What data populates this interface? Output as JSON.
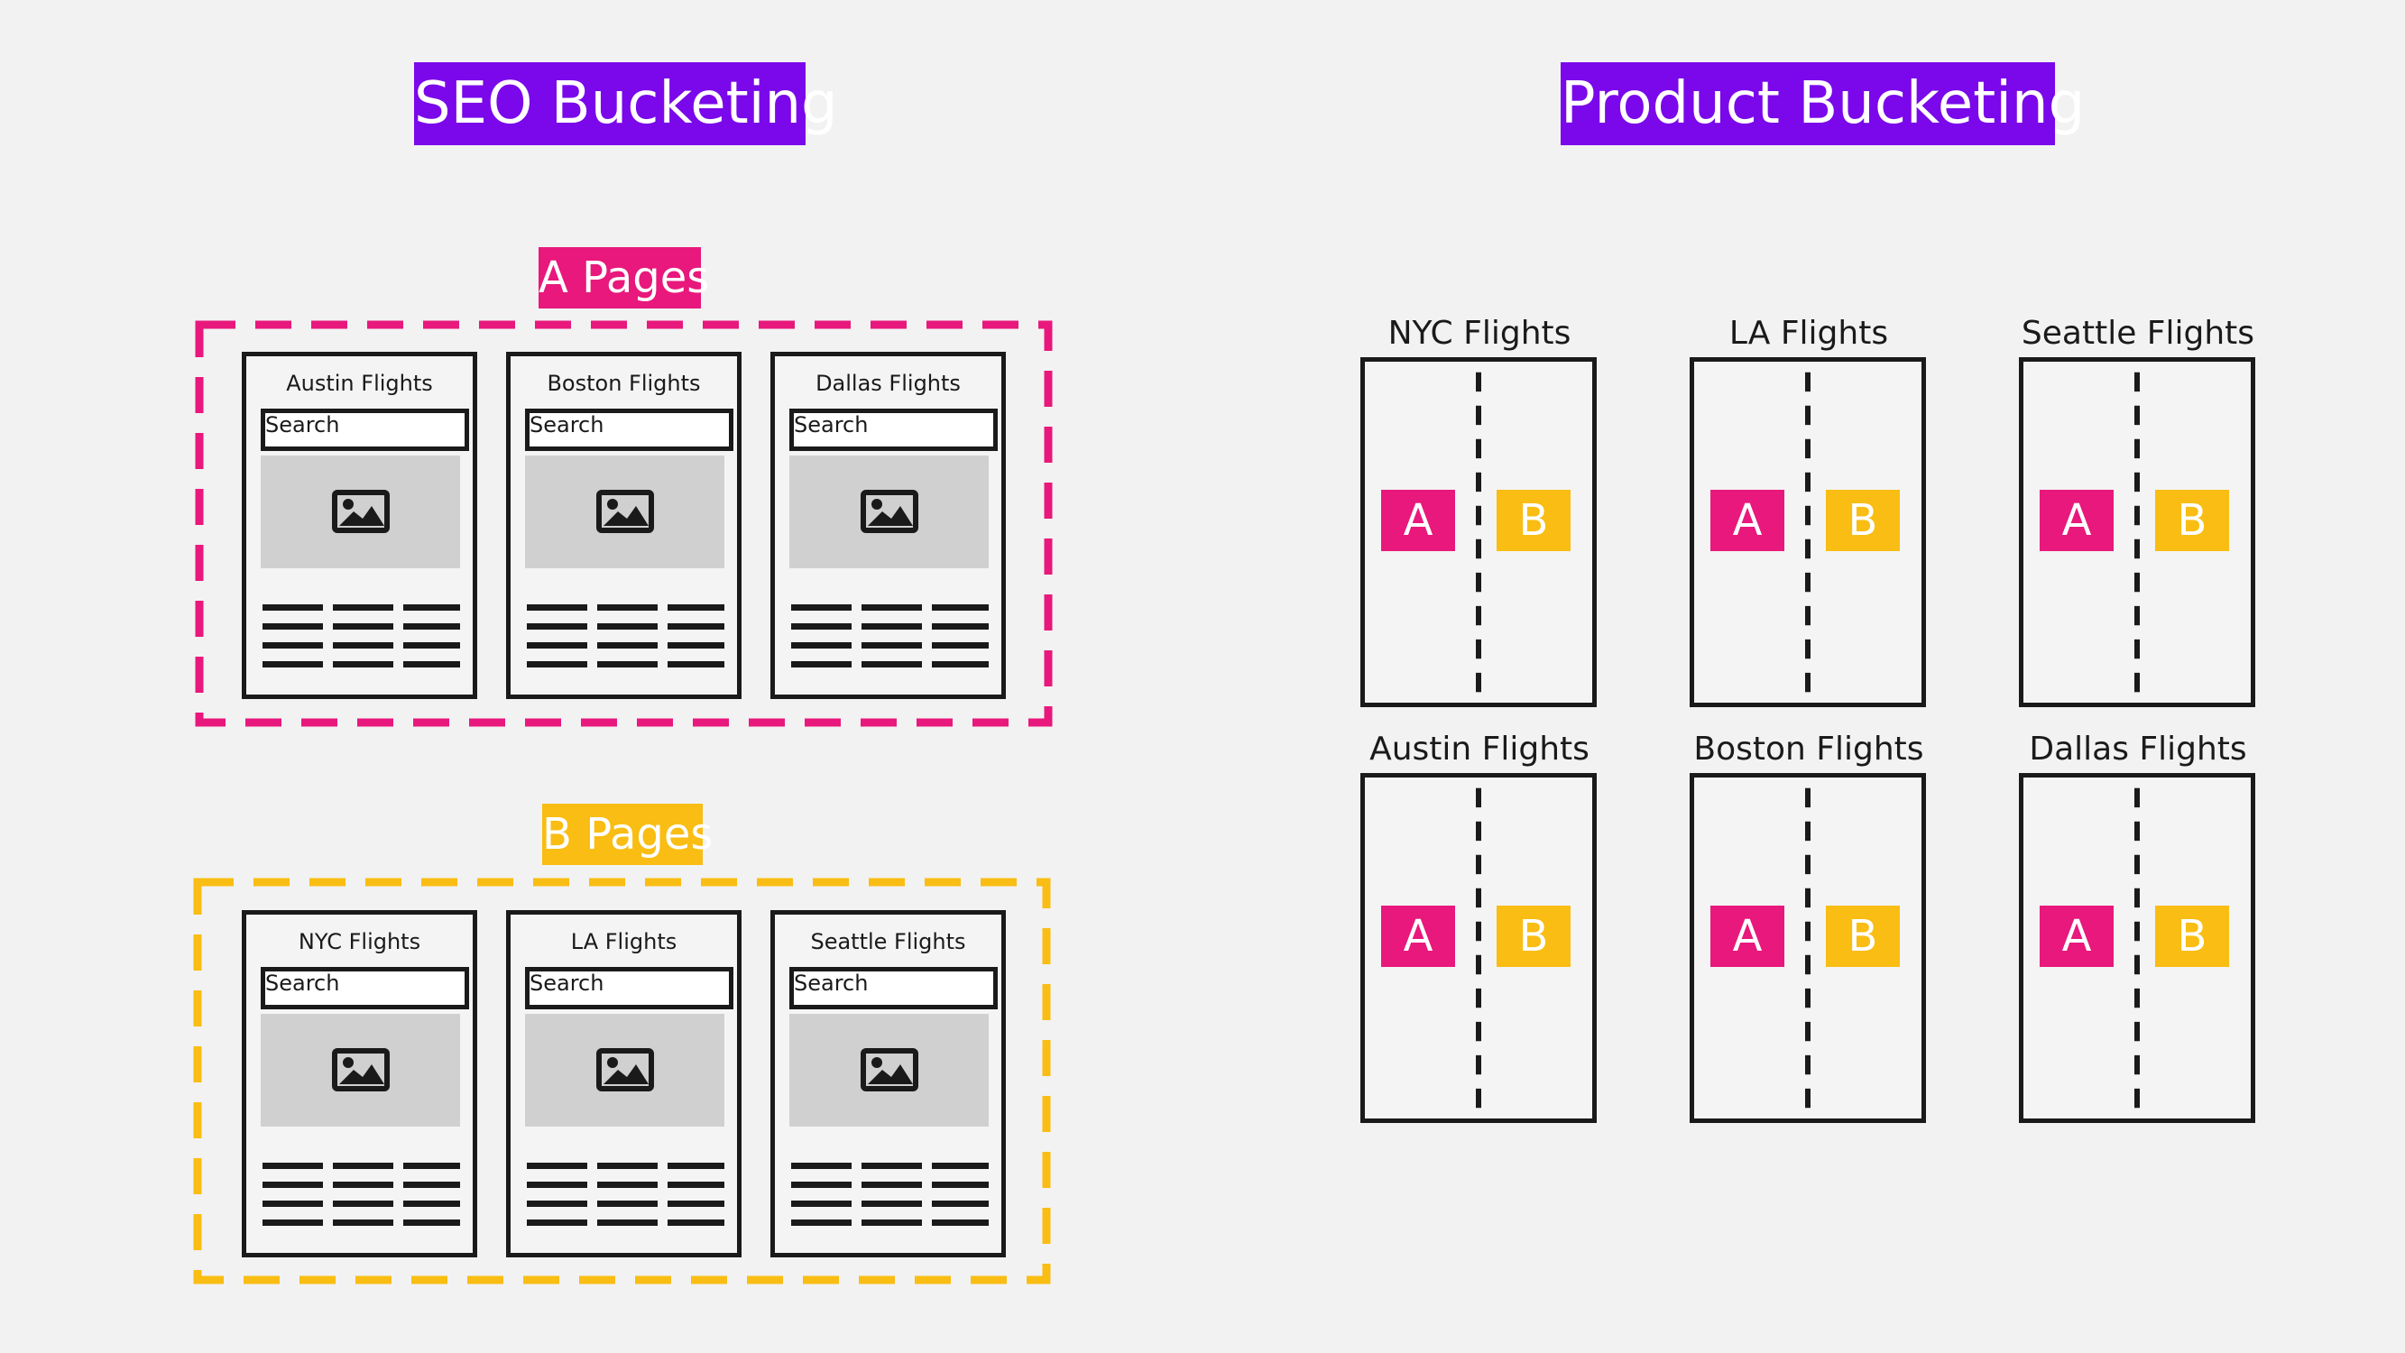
{
  "colors": {
    "title_bg": "#7a08ea",
    "a_color": "#e8187c",
    "b_color": "#f9bd13",
    "ink": "#1a1a1a",
    "background": "#f2f2f2"
  },
  "seo": {
    "title": "SEO Bucketing",
    "a_group": {
      "label": "A Pages",
      "pages": [
        {
          "title": "Austin Flights",
          "search_placeholder": "Search",
          "image": "image-icon"
        },
        {
          "title": "Boston Flights",
          "search_placeholder": "Search",
          "image": "image-icon"
        },
        {
          "title": "Dallas Flights",
          "search_placeholder": "Search",
          "image": "image-icon"
        }
      ]
    },
    "b_group": {
      "label": "B Pages",
      "pages": [
        {
          "title": "NYC Flights",
          "search_placeholder": "Search",
          "image": "image-icon"
        },
        {
          "title": "LA Flights",
          "search_placeholder": "Search",
          "image": "image-icon"
        },
        {
          "title": "Seattle Flights",
          "search_placeholder": "Search",
          "image": "image-icon"
        }
      ]
    }
  },
  "product": {
    "title": "Product Bucketing",
    "pages": [
      {
        "title": "NYC Flights",
        "variant_a": "A",
        "variant_b": "B"
      },
      {
        "title": "LA Flights",
        "variant_a": "A",
        "variant_b": "B"
      },
      {
        "title": "Seattle Flights",
        "variant_a": "A",
        "variant_b": "B"
      },
      {
        "title": "Austin Flights",
        "variant_a": "A",
        "variant_b": "B"
      },
      {
        "title": "Boston Flights",
        "variant_a": "A",
        "variant_b": "B"
      },
      {
        "title": "Dallas Flights",
        "variant_a": "A",
        "variant_b": "B"
      }
    ]
  }
}
